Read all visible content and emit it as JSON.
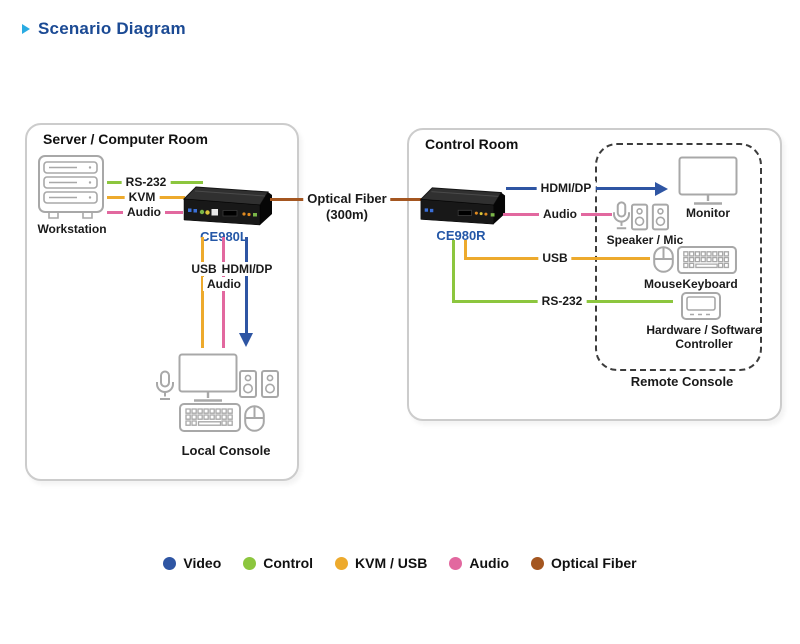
{
  "title": {
    "text": "Scenario Diagram"
  },
  "colors": {
    "video": "#2e55a3",
    "control": "#8cc63e",
    "kvm_usb": "#edaa2d",
    "audio": "#e2689f",
    "fiber": "#a45620",
    "label_blue": "#2457a7",
    "title_navy": "#1b4a94",
    "accent_cyan": "#2aabe2",
    "icon_gray": "#a8a8a8",
    "room_border": "#cccccc"
  },
  "server_room": {
    "title": "Server / Computer Room",
    "workstation_label": "Workstation",
    "device_label": "CE980L",
    "link_rs232": "RS-232",
    "link_kvm": "KVM",
    "link_audio": "Audio",
    "down_usb": "USB",
    "down_hdmi": "HDMI/DP",
    "down_audio": "Audio",
    "console_label": "Local Console"
  },
  "fiber_link": {
    "label": "Optical Fiber",
    "distance": "(300m)"
  },
  "control_room": {
    "title": "Control Room",
    "device_label": "CE980R",
    "link_hdmi": "HDMI/DP",
    "link_audio": "Audio",
    "link_usb": "USB",
    "link_rs232": "RS-232",
    "monitor_label": "Monitor",
    "speaker_mic_label": "Speaker / Mic",
    "mouse_label": "Mouse",
    "keyboard_label": "Keyboard",
    "controller_label_line1": "Hardware / Software",
    "controller_label_line2": "Controller",
    "console_label": "Remote Console"
  },
  "legend": {
    "items": [
      {
        "label": "Video",
        "color": "#2e55a3"
      },
      {
        "label": "Control",
        "color": "#8cc63e"
      },
      {
        "label": "KVM / USB",
        "color": "#edaa2d"
      },
      {
        "label": "Audio",
        "color": "#e2689f"
      },
      {
        "label": "Optical Fiber",
        "color": "#a45620"
      }
    ]
  }
}
